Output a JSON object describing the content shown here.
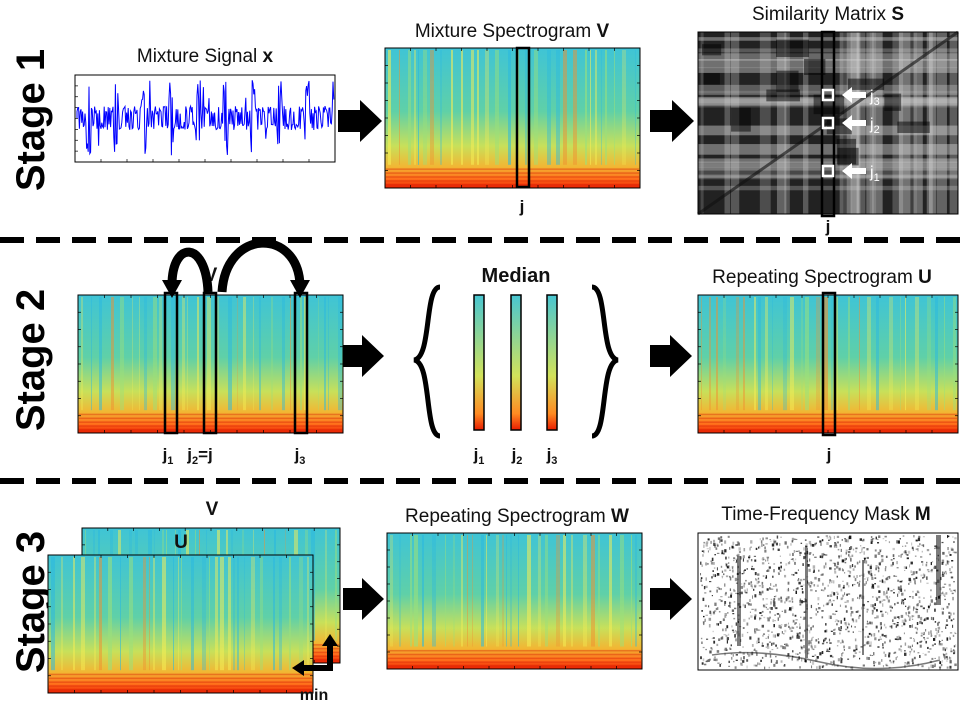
{
  "stages": [
    {
      "label": "Stage 1"
    },
    {
      "label": "Stage 2"
    },
    {
      "label": "Stage 3"
    }
  ],
  "stage1": {
    "signal_title": "Mixture Signal",
    "signal_symbol": "x",
    "spectrogram_title": "Mixture Spectrogram",
    "spectrogram_symbol": "V",
    "column_label": "j",
    "similarity_title": "Similarity Matrix",
    "similarity_symbol": "S",
    "similarity_column_label": "j",
    "repeat_markers": [
      {
        "base": "j",
        "sub": "3"
      },
      {
        "base": "j",
        "sub": "2"
      },
      {
        "base": "j",
        "sub": "1"
      }
    ]
  },
  "stage2": {
    "spectrogram_symbol": "V",
    "col_labels": [
      {
        "base": "j",
        "sub": "1",
        "suffix": ""
      },
      {
        "base": "j",
        "sub": "2",
        "suffix": "=j"
      },
      {
        "base": "j",
        "sub": "3",
        "suffix": ""
      }
    ],
    "median_title": "Median",
    "median_labels": [
      {
        "base": "j",
        "sub": "1"
      },
      {
        "base": "j",
        "sub": "2"
      },
      {
        "base": "j",
        "sub": "3"
      }
    ],
    "repeating_title": "Repeating Spectrogram",
    "repeating_symbol": "U",
    "repeating_column_label": "j"
  },
  "stage3": {
    "back_symbol": "V",
    "front_symbol": "U",
    "min_label": "min",
    "repeating_title": "Repeating Spectrogram",
    "repeating_symbol": "W",
    "mask_title": "Time-Frequency Mask",
    "mask_symbol": "M"
  },
  "colors": {
    "signal": "#0000ff",
    "spectrogram_low": "#ff3300",
    "spectrogram_high": "#44c8d8",
    "arrow": "#000000"
  }
}
